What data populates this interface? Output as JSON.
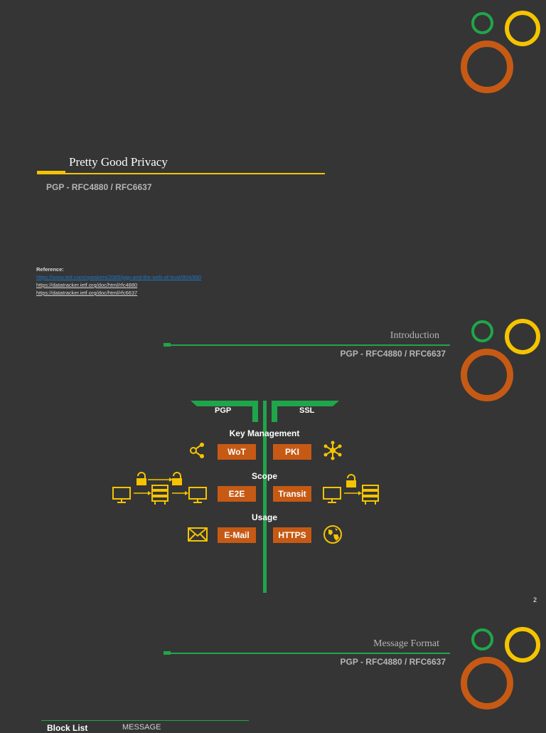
{
  "colors": {
    "background": "#353535",
    "yellow": "#f5c400",
    "green": "#1fa64a",
    "orange": "#c65a14"
  },
  "slide1": {
    "title": "Pretty Good Privacy",
    "subtitle": "PGP - RFC4880 / RFC6637",
    "reference_label": "Reference:",
    "links": [
      "https://www.ted.com/speakers/2085/pgp-and-the-web-of-trust/804/880",
      "https://datatracker.ietf.org/doc/html/rfc4880",
      "https://datatracker.ietf.org/doc/html/rfc6637"
    ]
  },
  "slide2": {
    "title": "Introduction",
    "subtitle": "PGP - RFC4880 / RFC6637",
    "left_head": "PGP",
    "right_head": "SSL",
    "rows": [
      {
        "label": "Key Management",
        "left": "WoT",
        "right": "PKI",
        "left_icon": "share-nodes-icon",
        "right_icon": "network-hub-icon"
      },
      {
        "label": "Scope",
        "left": "E2E",
        "right": "Transit",
        "left_icon": "e2e-encryption-diagram-icon",
        "right_icon": "transit-encryption-diagram-icon"
      },
      {
        "label": "Usage",
        "left": "E-Mail",
        "right": "HTTPS",
        "left_icon": "envelope-icon",
        "right_icon": "globe-icon"
      }
    ],
    "page_number": "2"
  },
  "slide3": {
    "title": "Message Format",
    "subtitle": "PGP - RFC4880 / RFC6637",
    "partial_text_1": "Block List",
    "partial_text_2": "MESSAGE"
  }
}
